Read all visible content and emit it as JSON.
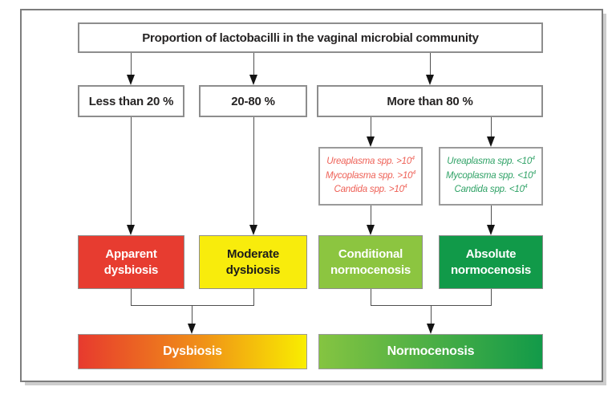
{
  "diagram": {
    "title": "Proportion of lactobacilli in the vaginal microbial community",
    "branches": [
      {
        "label": "Less than 20 %"
      },
      {
        "label": "20-80 %"
      },
      {
        "label": "More than 80 %"
      }
    ],
    "condition_boxes": [
      {
        "name": "elevated-opportunists",
        "text_color": "#ee6056",
        "lines": [
          {
            "text": "Ureaplasma spp. >10",
            "sup": "4"
          },
          {
            "text": "Mycoplasma spp. >10",
            "sup": "4"
          },
          {
            "text": "Candida spp. >10",
            "sup": "4"
          }
        ]
      },
      {
        "name": "low-opportunists",
        "text_color": "#2fa266",
        "lines": [
          {
            "text": "Ureaplasma spp. <10",
            "sup": "4"
          },
          {
            "text": "Mycoplasma spp. <10",
            "sup": "4"
          },
          {
            "text": "Candida spp. <10",
            "sup": "4"
          }
        ]
      }
    ],
    "outcomes": [
      {
        "line1": "Apparent",
        "line2": "dysbiosis",
        "bg": "#e73c30",
        "fg": "#ffffff"
      },
      {
        "line1": "Moderate",
        "line2": "dysbiosis",
        "bg": "#f8ec0c",
        "fg": "#1d1d1b"
      },
      {
        "line1": "Conditional",
        "line2": "normocenosis",
        "bg": "#8cc540",
        "fg": "#ffffff"
      },
      {
        "line1": "Absolute",
        "line2": "normocenosis",
        "bg": "#119a49",
        "fg": "#ffffff"
      }
    ],
    "finals": [
      {
        "label": "Dysbiosis",
        "gradient_from": "#e73a2e",
        "gradient_to": "#f9ee00",
        "fg": "#ffffff"
      },
      {
        "label": "Normocenosis",
        "gradient_from": "#85c441",
        "gradient_to": "#129a49",
        "fg": "#ffffff"
      }
    ],
    "line_color": "#4f4f4f",
    "arrowhead_color": "#141414",
    "frame_border_color": "#7d7d7d"
  }
}
